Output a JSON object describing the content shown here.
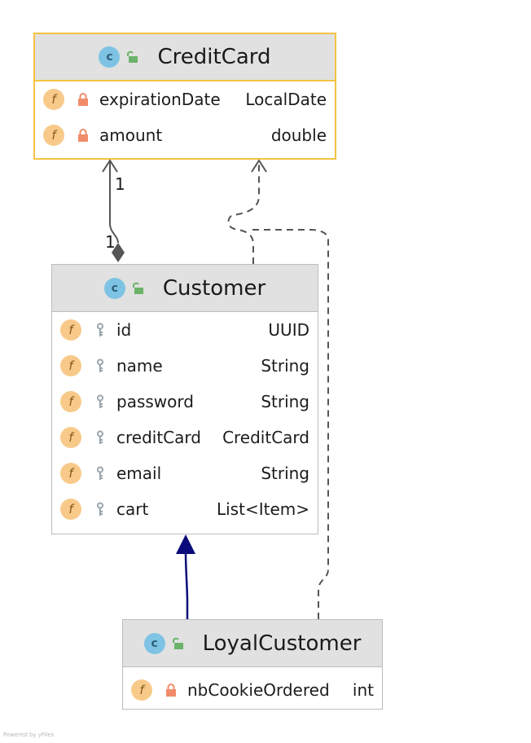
{
  "classes": {
    "credit_card": {
      "icon": "class-icon",
      "icon_letter": "c",
      "name": "CreditCard",
      "fields": [
        {
          "name": "expirationDate",
          "type": "LocalDate",
          "access": "private"
        },
        {
          "name": "amount",
          "type": "double",
          "access": "private"
        }
      ]
    },
    "customer": {
      "icon": "class-icon",
      "icon_letter": "c",
      "name": "Customer",
      "fields": [
        {
          "name": "id",
          "type": "UUID",
          "access": "package"
        },
        {
          "name": "name",
          "type": "String",
          "access": "package"
        },
        {
          "name": "password",
          "type": "String",
          "access": "package"
        },
        {
          "name": "creditCard",
          "type": "CreditCard",
          "access": "package"
        },
        {
          "name": "email",
          "type": "String",
          "access": "package"
        },
        {
          "name": "cart",
          "type": "List<Item>",
          "access": "package"
        }
      ]
    },
    "loyal_customer": {
      "icon": "class-icon",
      "icon_letter": "c",
      "name": "LoyalCustomer",
      "fields": [
        {
          "name": "nbCookieOrdered",
          "type": "int",
          "access": "private"
        }
      ]
    }
  },
  "field_icon_letter": "f",
  "relations": {
    "composition": {
      "source_multiplicity": "1",
      "target_multiplicity": "1"
    }
  },
  "watermark": "Powered by yFiles",
  "colors": {
    "selected_border": "#f5c242",
    "header_bg": "#e1e1e1",
    "class_icon": "#7ec3e3",
    "field_icon": "#f8ca8a",
    "private_lock": "#f08c6a",
    "inheritance_arrow": "#0a0a7a",
    "connector": "#555555"
  }
}
